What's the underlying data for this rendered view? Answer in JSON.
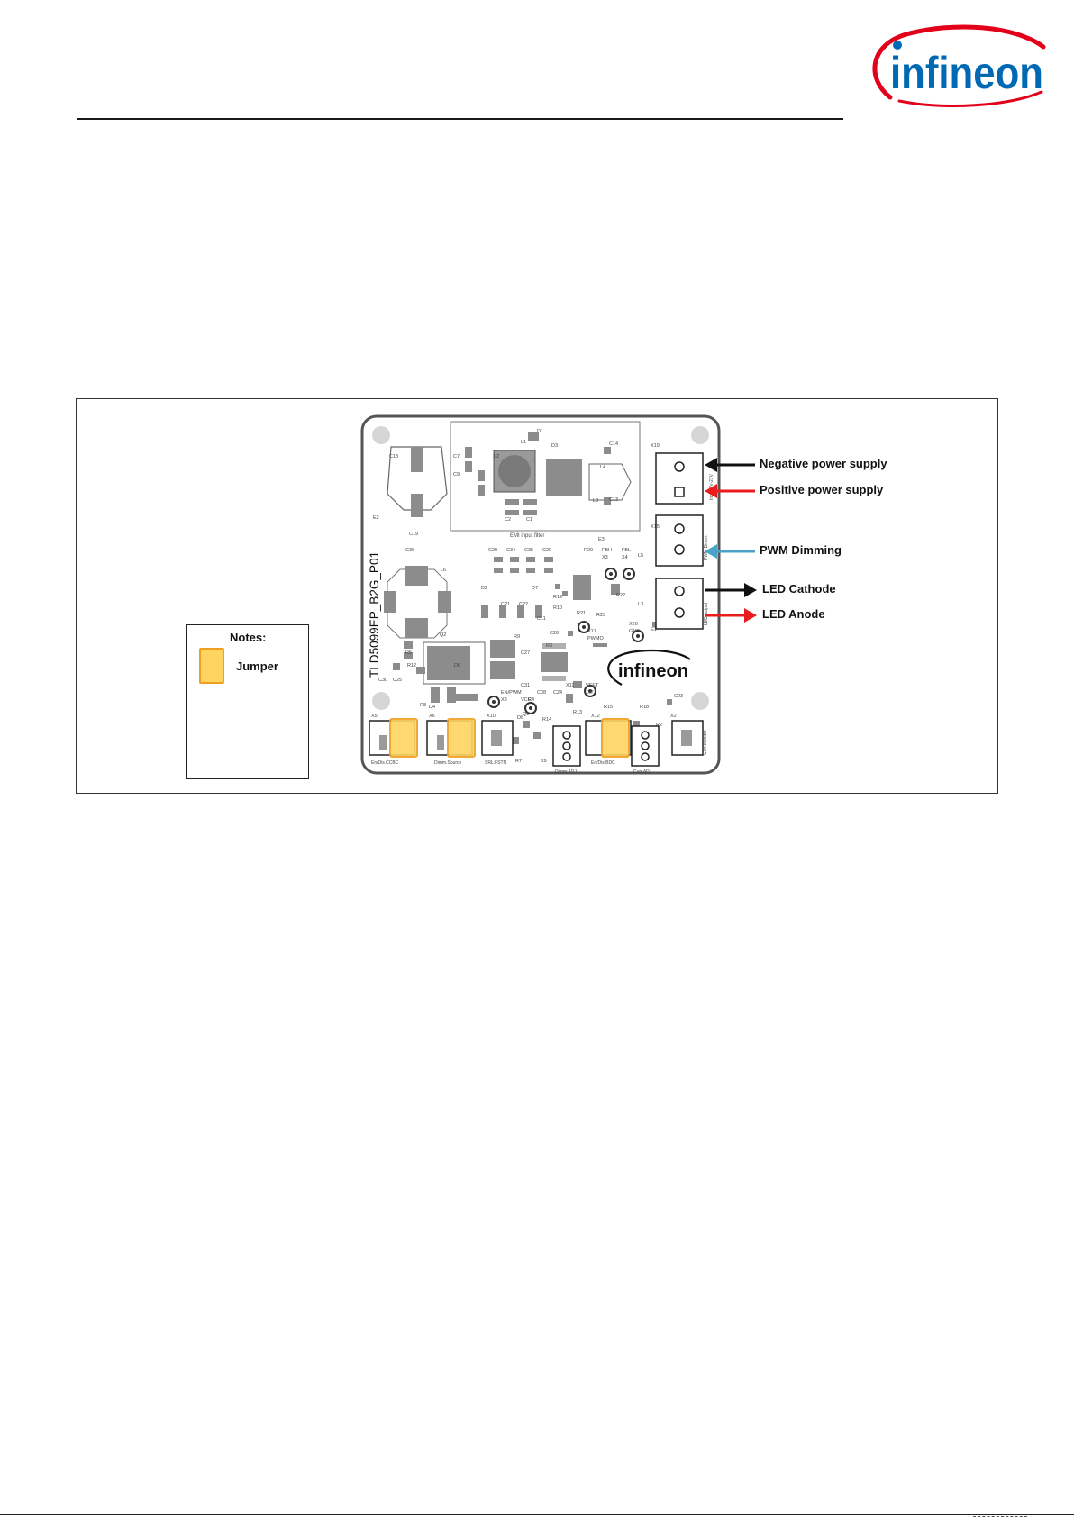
{
  "brand": {
    "logo_text": "infineon",
    "color": "#0069b4",
    "swoosh_color": "#e2001a"
  },
  "figure": {
    "board_name": "TLD5099EP_B2G_P01",
    "emi_label": "EMI input filter",
    "board_logo_text": "infineon",
    "connectors": {
      "x9": "En/Dis.CCBC",
      "x3": "Dimm.Source",
      "x6": "SRL:FSTN",
      "dimm_adj": "Dimm.ADJ",
      "x10": "En/Dis.BDC",
      "curr_adj": "Curr.ADJ",
      "x12": "Curr.Monitor",
      "x2": "Input 6V-27V",
      "x19": "PWM Dimm.",
      "x15": "LED output"
    },
    "component_labels": [
      "C18",
      "E2",
      "C7",
      "C9",
      "L1",
      "L2",
      "D1",
      "D3",
      "C14",
      "L4",
      "C13",
      "L3",
      "C2",
      "C1",
      "C19",
      "C36",
      "L6",
      "E3",
      "C29",
      "C34",
      "C35",
      "C20",
      "R20",
      "FBH",
      "FBL",
      "L5",
      "X3",
      "X4",
      "D7",
      "R19",
      "R10",
      "R21",
      "R23",
      "R22",
      "L3",
      "D2",
      "C21",
      "C22",
      "C11",
      "C26",
      "R9",
      "X17",
      "PWMO",
      "X20",
      "GND",
      "Q2",
      "R5",
      "D6",
      "C25",
      "C27",
      "R3",
      "C28",
      "C24",
      "R8",
      "C31",
      "D4",
      "C30",
      "X11",
      "VSET",
      "X7",
      "EN/PWM",
      "X8",
      "VCC",
      "R4",
      "R13",
      "R15",
      "R18",
      "R2",
      "Q1",
      "D8",
      "R14",
      "R7",
      "X9",
      "X5",
      "X6",
      "X10",
      "X12",
      "X2",
      "X19",
      "X15",
      "E1",
      "C23",
      "R12"
    ]
  },
  "annotations": {
    "negative_supply": "Negative  power supply",
    "positive_supply": "Positive power supply",
    "pwm_dimming": "PWM Dimming",
    "led_cathode": "LED Cathode",
    "led_anode": "LED Anode"
  },
  "notes": {
    "title": "Notes:",
    "jumper_label": "Jumper"
  },
  "colors": {
    "arrow_black": "#111111",
    "arrow_red": "#e81c1c",
    "arrow_blue": "#4aa3c7",
    "jumper_fill": "#ffd460",
    "jumper_border": "#f0a020",
    "component_gray": "#8c8c8c"
  }
}
